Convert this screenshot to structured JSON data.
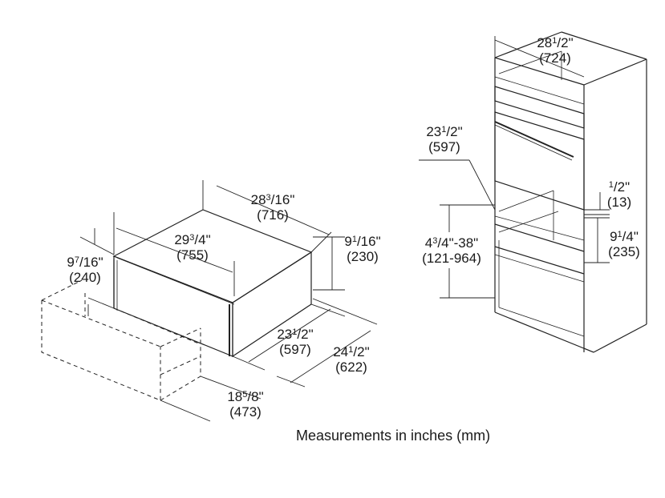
{
  "caption": "Measurements in inches (mm)",
  "drawer": {
    "width_outer": {
      "inch_whole": "28",
      "inch_num": "3",
      "inch_den": "16",
      "inch_suffix": "\"",
      "mm": "(716)"
    },
    "width_inner": {
      "inch_whole": "29",
      "inch_num": "3",
      "inch_den": "4",
      "inch_suffix": "\"",
      "mm": "(755)"
    },
    "height_front": {
      "inch_whole": "9",
      "inch_num": "7",
      "inch_den": "16",
      "inch_suffix": "\"",
      "mm": "(240)"
    },
    "height_body": {
      "inch_whole": "9",
      "inch_num": "1",
      "inch_den": "16",
      "inch_suffix": "\"",
      "mm": "(230)"
    },
    "depth_body": {
      "inch_whole": "23",
      "inch_num": "1",
      "inch_den": "2",
      "inch_suffix": "\"",
      "mm": "(597)"
    },
    "depth_total": {
      "inch_whole": "24",
      "inch_num": "1",
      "inch_den": "2",
      "inch_suffix": "\"",
      "mm": "(622)"
    },
    "depth_cutout": {
      "inch_whole": "18",
      "inch_num": "5",
      "inch_den": "8",
      "inch_suffix": "\"",
      "mm": "(473)"
    }
  },
  "cabinet": {
    "width": {
      "inch_whole": "28",
      "inch_num": "1",
      "inch_den": "2",
      "inch_suffix": "\"",
      "mm": "(724)"
    },
    "depth": {
      "inch_whole": "23",
      "inch_num": "1",
      "inch_den": "2",
      "inch_suffix": "\"",
      "mm": "(597)"
    },
    "gap": {
      "inch_whole": "",
      "inch_num": "1",
      "inch_den": "2",
      "inch_suffix": "\"",
      "mm": "(13)"
    },
    "opening": {
      "inch_whole": "9",
      "inch_num": "1",
      "inch_den": "4",
      "inch_suffix": "\"",
      "mm": "(235)"
    },
    "range": {
      "text1": "4",
      "num1": "3",
      "den1": "4",
      "text2": "\"-38\"",
      "mm": "(121-964)"
    }
  }
}
